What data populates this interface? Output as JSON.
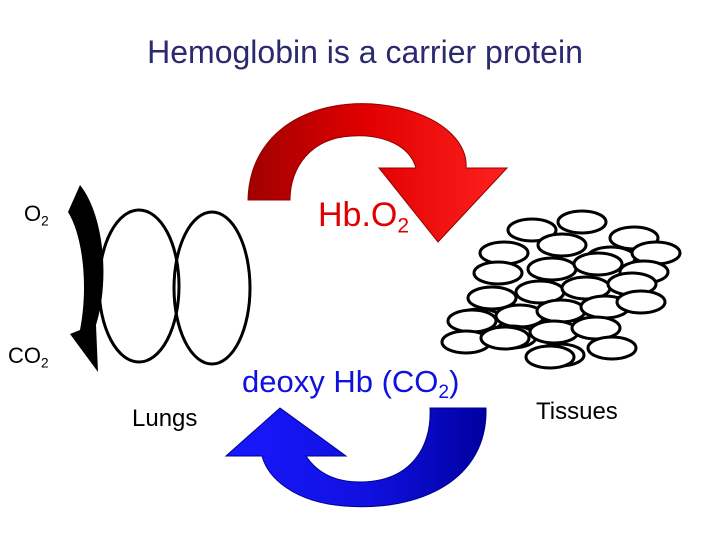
{
  "title": "Hemoglobin is a carrier protein",
  "labels": {
    "o2": {
      "main": "O",
      "sub": "2"
    },
    "co2": {
      "main": "CO",
      "sub": "2"
    },
    "hbo2": {
      "main": "Hb.O",
      "sub": "2"
    },
    "deoxy": {
      "main": "deoxy Hb (CO",
      "sub": "2",
      "tail": ")"
    },
    "lungs": "Lungs",
    "tissues": "Tissues"
  },
  "colors": {
    "title": "#2a2a6e",
    "oxygenated": "#e00000",
    "deoxygenated": "#1010e0",
    "outline": "#000000"
  },
  "icons": [
    "red-curved-arrow-icon",
    "blue-curved-arrow-icon",
    "black-curved-arrow-icon",
    "lung-outline-icon",
    "tissue-cells-icon"
  ]
}
